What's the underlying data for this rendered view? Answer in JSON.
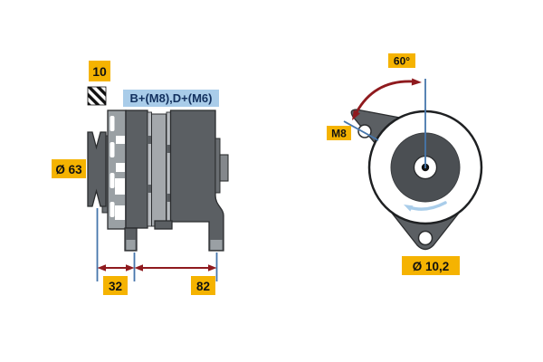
{
  "diagram": {
    "type": "alternator-technical-drawing",
    "colors": {
      "label_yellow": "#f5b301",
      "label_blue_bg": "#a9cce9",
      "label_blue_text": "#12305e",
      "dimension_red": "#8f1a1e",
      "dimension_blue": "#4676ac",
      "rotation_arrow_blue": "#a9cdea",
      "body_dark_gray": "#5b5f63",
      "body_light_gray": "#a4a8ac"
    },
    "side_view": {
      "labels": {
        "belt_width": "10",
        "terminals": "B+(M8),D+(M6)",
        "pulley_diameter": "Ø 63",
        "dim_pulley_to_foot": "32",
        "dim_foot_span": "82"
      }
    },
    "end_view": {
      "labels": {
        "mount_angle": "60°",
        "thread_size": "M8",
        "hole_diameter": "Ø 10,2"
      }
    }
  }
}
